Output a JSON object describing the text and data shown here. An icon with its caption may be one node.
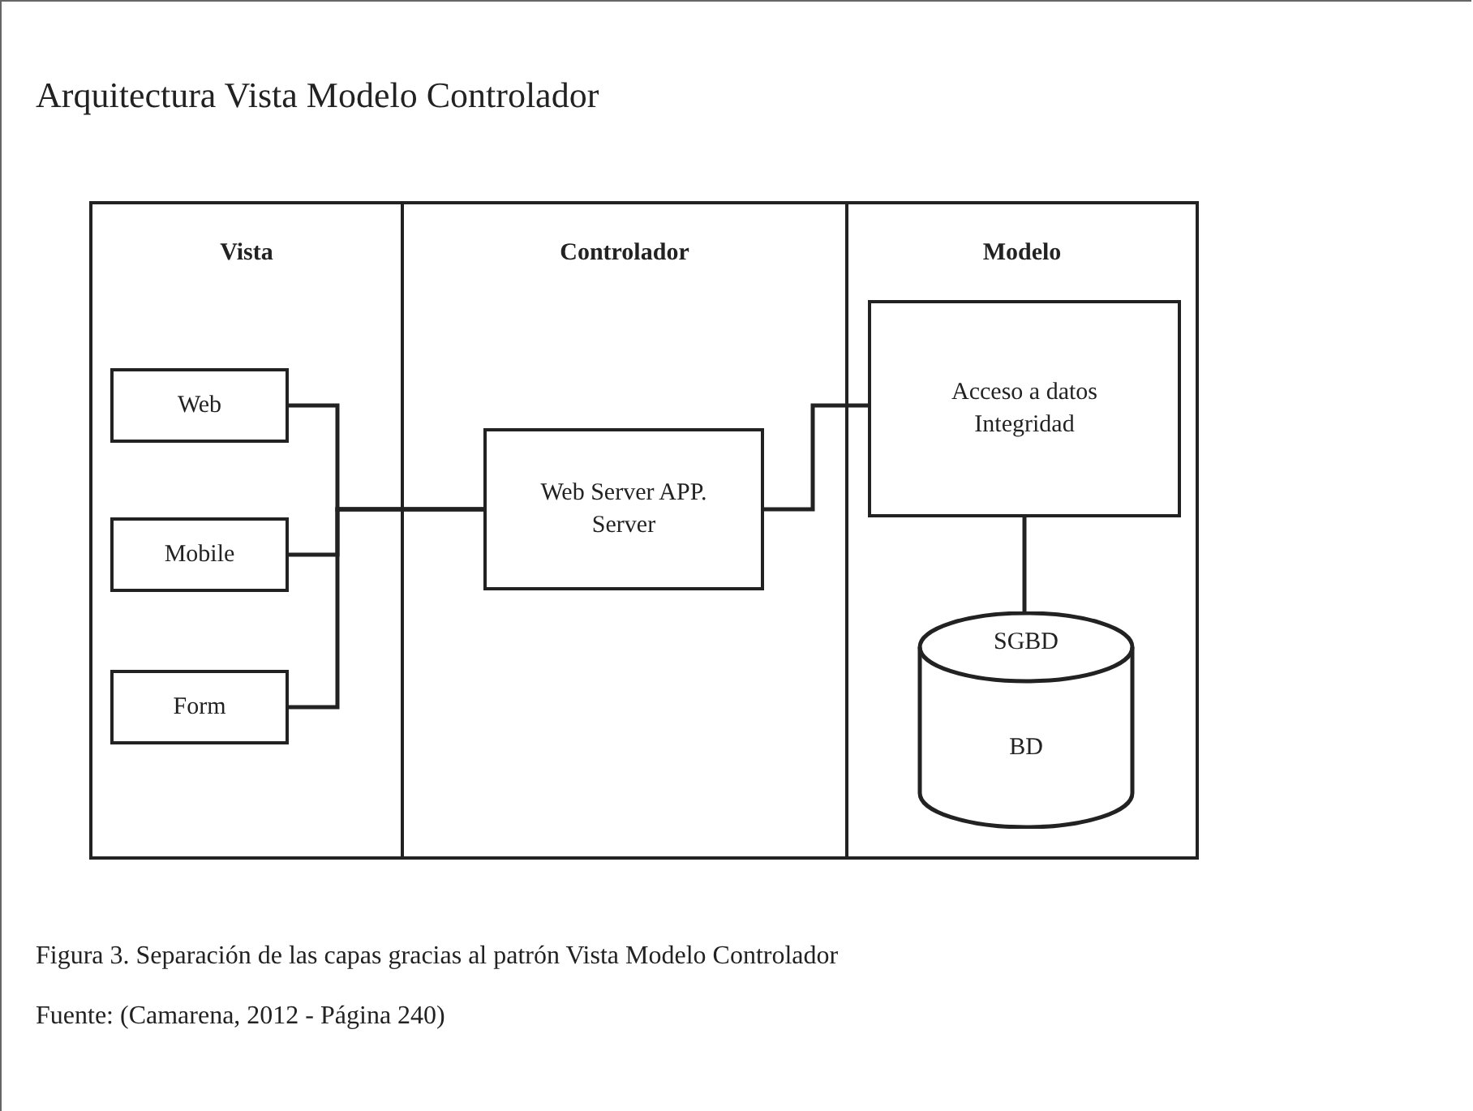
{
  "diagram": {
    "title": "Arquitectura Vista Modelo Controlador",
    "caption": "Figura 3. Separación de las capas gracias al patrón Vista Modelo Controlador",
    "nodes": [
      {
        "text": [
          "Vista"
        ]
      },
      {
        "text": [
          "Controlador"
        ]
      },
      {
        "text": [
          "Modelo"
        ]
      },
      {
        "text": [
          "Web"
        ],
        "in": 0
      },
      {
        "text": [
          "Mobile"
        ],
        "in": 0
      },
      {
        "text": [
          "Form"
        ],
        "in": 0
      },
      {
        "text": [
          "Web Server APP. Server"
        ],
        "in": 1
      },
      {
        "text": [
          "Acceso a datos Integridad"
        ],
        "in": 2
      },
      {
        "text": [
          "SGBD",
          "BD"
        ],
        "in": 2
      }
    ],
    "edges": [
      {
        "from": 3,
        "to": 6,
        "arrow": "none"
      },
      {
        "from": 4,
        "to": 6,
        "arrow": "none"
      },
      {
        "from": 5,
        "to": 6,
        "arrow": "none"
      },
      {
        "from": 6,
        "to": 7,
        "arrow": "none"
      },
      {
        "from": 7,
        "to": 8,
        "arrow": "none"
      }
    ],
    "labels": [
      "Fuente: (Camarena, 2012 - Página 240)"
    ]
  }
}
